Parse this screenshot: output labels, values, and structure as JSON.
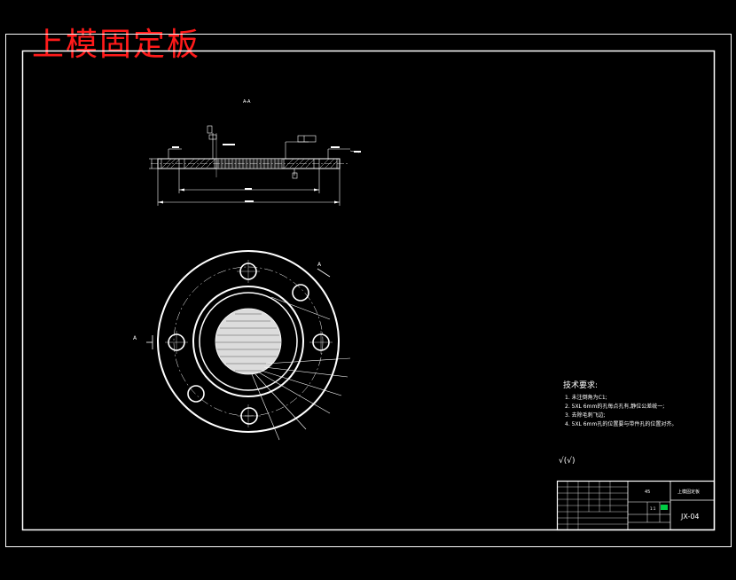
{
  "drawing": {
    "title": "上模固定板",
    "section_label": "A-A",
    "section_marker": "A",
    "tech_requirements": {
      "heading": "技术要求:",
      "items": [
        "1. 未注倒角为C1;",
        "2. 5XL 6mm的孔每点孔有,静位公差统一;",
        "3. 去除毛刺飞边;",
        "4. 5XL 6mm孔的位置要与带件孔的位置对齐。"
      ]
    },
    "surface_symbol": "√(√)",
    "title_block": {
      "material": "45",
      "part_name": "上模固定板",
      "drawing_no": "JX-04",
      "scale": "1:1"
    }
  },
  "colors": {
    "background": "#000000",
    "lines": "#ffffff",
    "title": "#ff1a1a",
    "accent_green": "#00cc44"
  }
}
